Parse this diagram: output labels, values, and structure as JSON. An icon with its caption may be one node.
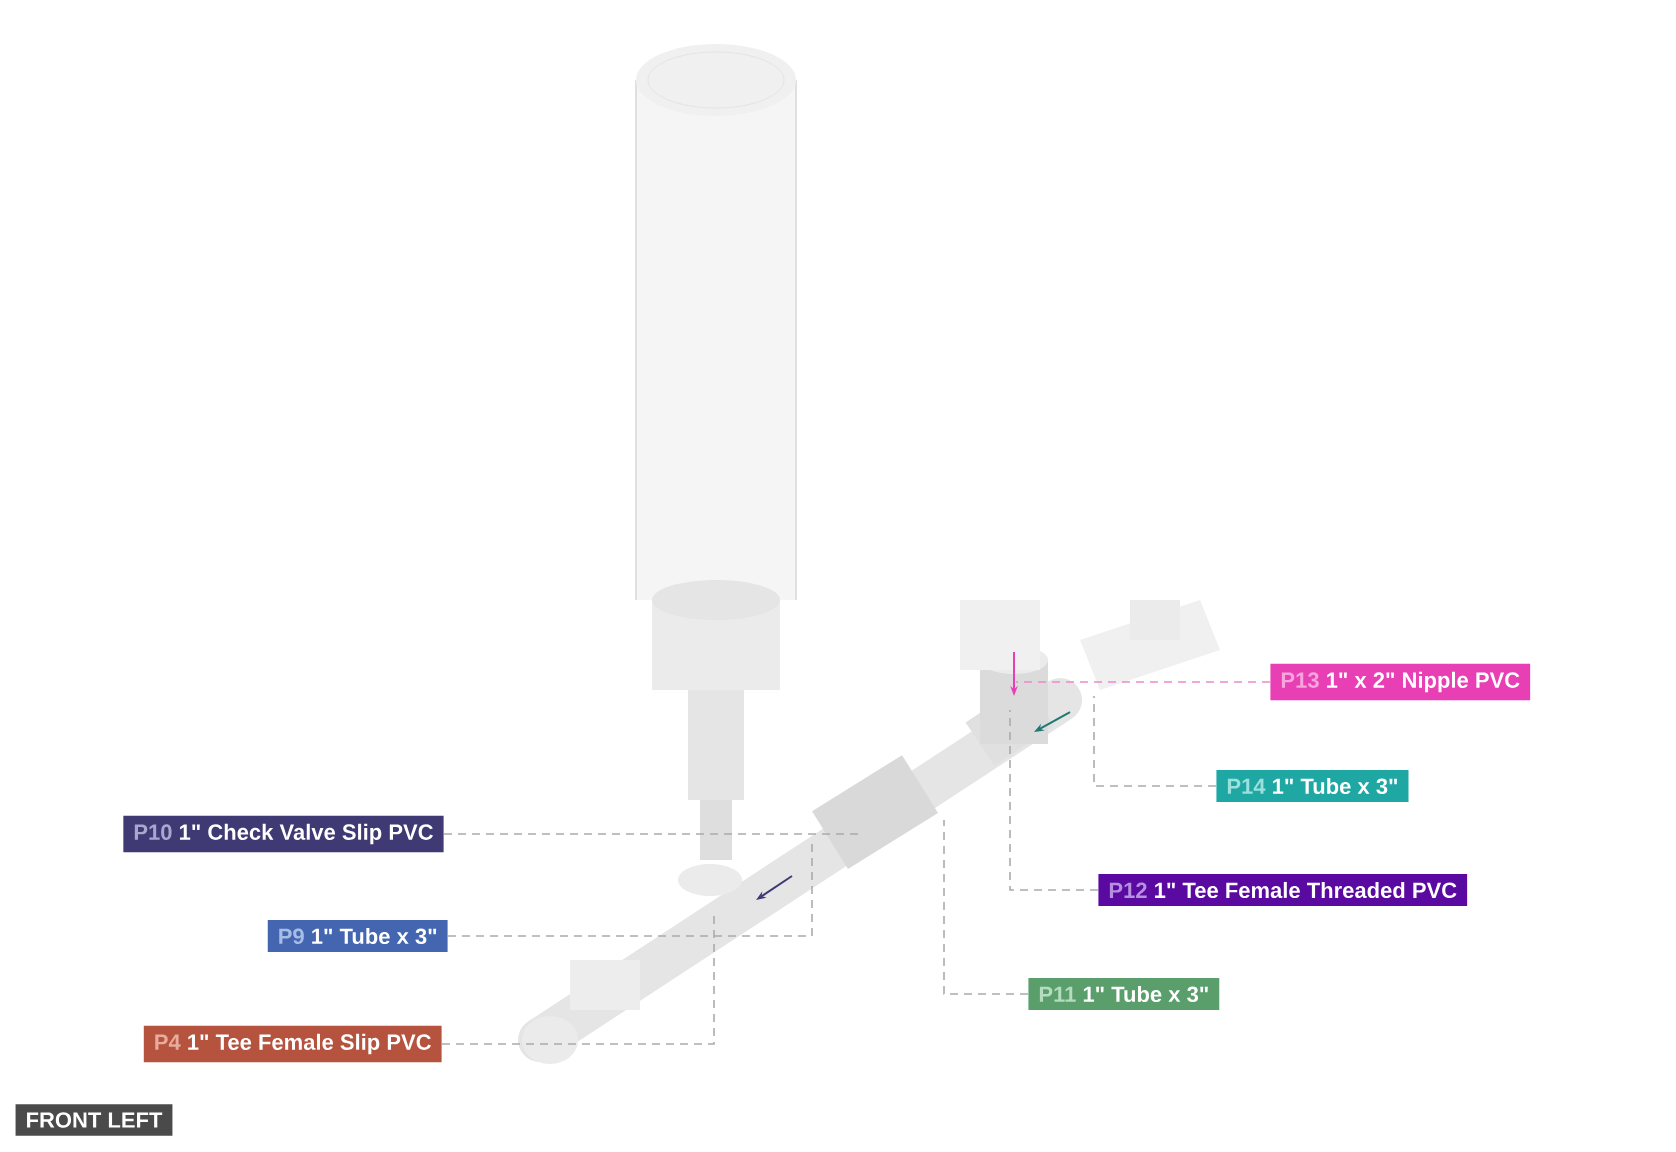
{
  "diagram": {
    "nodes": [
      {
        "text": [
          "P10",
          "1\" Check Valve Slip PVC"
        ]
      },
      {
        "text": [
          "P9",
          "1\" Tube x 3\""
        ]
      },
      {
        "text": [
          "P4",
          "1\" Tee Female Slip PVC"
        ]
      },
      {
        "text": [
          "P13",
          "1\" x 2\" Nipple PVC"
        ]
      },
      {
        "text": [
          "P14",
          "1\" Tube x 3\""
        ]
      },
      {
        "text": [
          "P12",
          "1\" Tee Female Threaded PVC"
        ]
      },
      {
        "text": [
          "P11",
          "1\" Tube x 3\""
        ]
      },
      {
        "text": [
          "FRONT LEFT"
        ]
      }
    ],
    "edges": [
      {
        "from": 0,
        "to": null,
        "arrow": "none",
        "style": "dashed"
      },
      {
        "from": 1,
        "to": null,
        "arrow": "none",
        "style": "dashed"
      },
      {
        "from": 2,
        "to": null,
        "arrow": "none",
        "style": "dashed"
      },
      {
        "from": 3,
        "to": null,
        "arrow": "none",
        "style": "dashed",
        "color": "#e88cc8"
      },
      {
        "from": 4,
        "to": null,
        "arrow": "none",
        "style": "dashed"
      },
      {
        "from": 5,
        "to": null,
        "arrow": "none",
        "style": "dashed"
      },
      {
        "from": 6,
        "to": null,
        "arrow": "none",
        "style": "dashed"
      }
    ]
  }
}
